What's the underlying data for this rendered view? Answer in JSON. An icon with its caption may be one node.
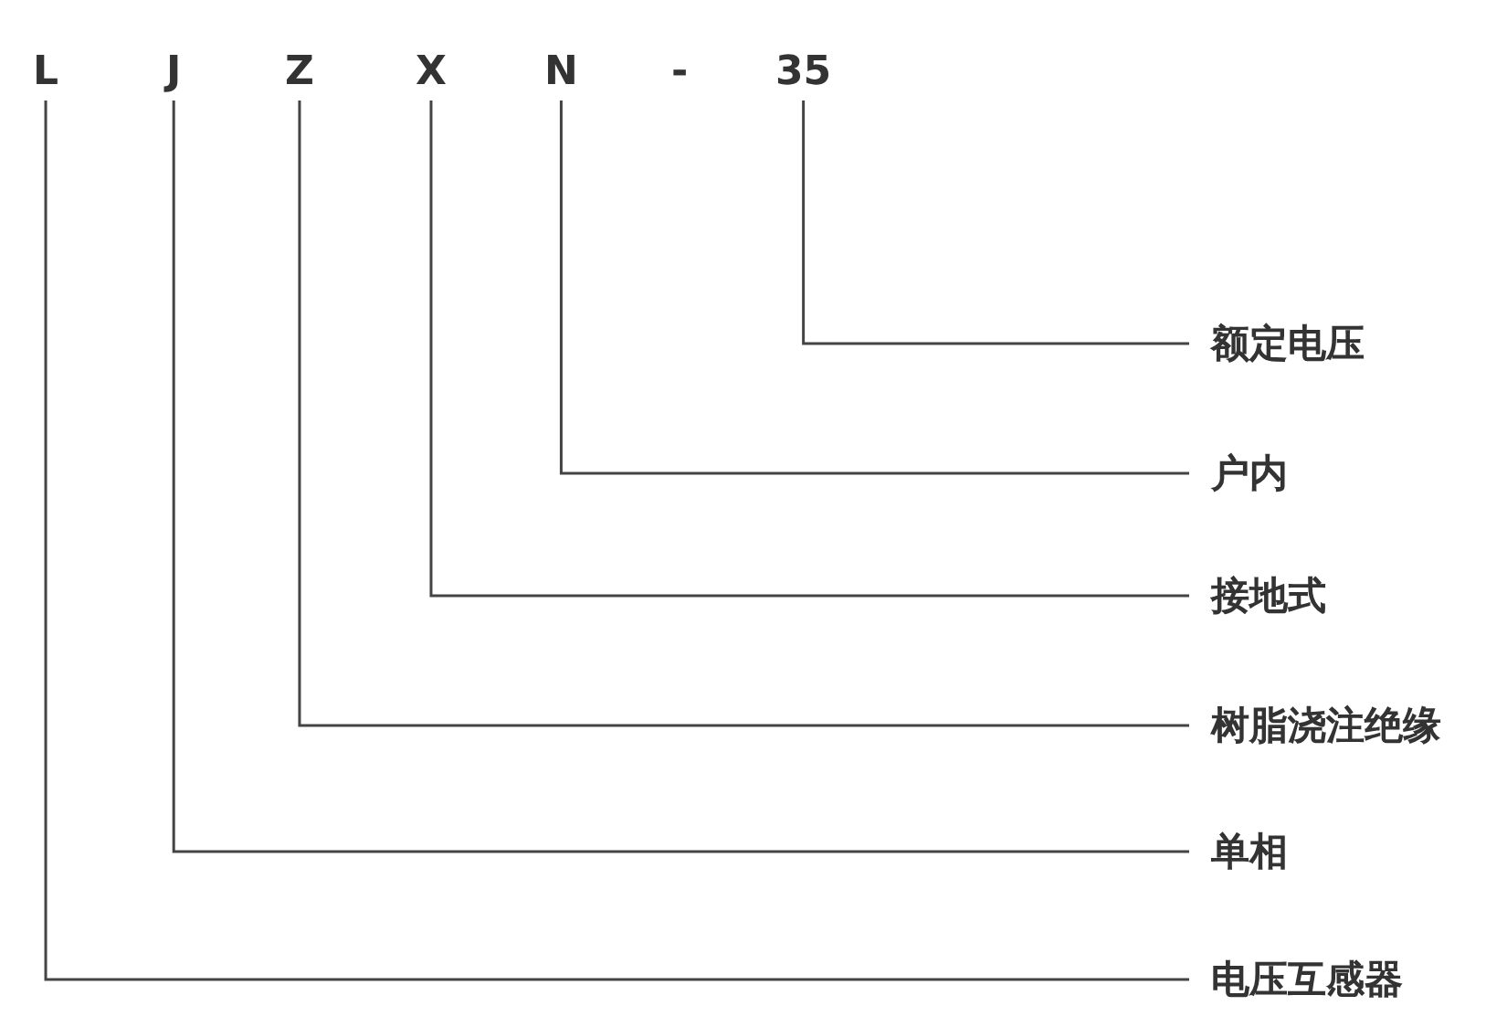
{
  "diagram": {
    "nodes": [
      {
        "text": [
          "L"
        ]
      },
      {
        "text": [
          "J"
        ]
      },
      {
        "text": [
          "Z"
        ]
      },
      {
        "text": [
          "X"
        ]
      },
      {
        "text": [
          "N"
        ]
      },
      {
        "text": [
          "35"
        ]
      },
      {
        "text": [
          "额定电压"
        ]
      },
      {
        "text": [
          "户内"
        ]
      },
      {
        "text": [
          "接地式"
        ]
      },
      {
        "text": [
          "树脂浇注绝缘"
        ]
      },
      {
        "text": [
          "单相"
        ]
      },
      {
        "text": [
          "电压互感器"
        ]
      }
    ],
    "edges": [
      {
        "from": 5,
        "to": 6,
        "arrow": "none"
      },
      {
        "from": 4,
        "to": 7,
        "arrow": "none"
      },
      {
        "from": 3,
        "to": 8,
        "arrow": "none"
      },
      {
        "from": 2,
        "to": 9,
        "arrow": "none"
      },
      {
        "from": 1,
        "to": 10,
        "arrow": "none"
      },
      {
        "from": 0,
        "to": 11,
        "arrow": "none"
      }
    ],
    "labels": [
      "-"
    ]
  }
}
